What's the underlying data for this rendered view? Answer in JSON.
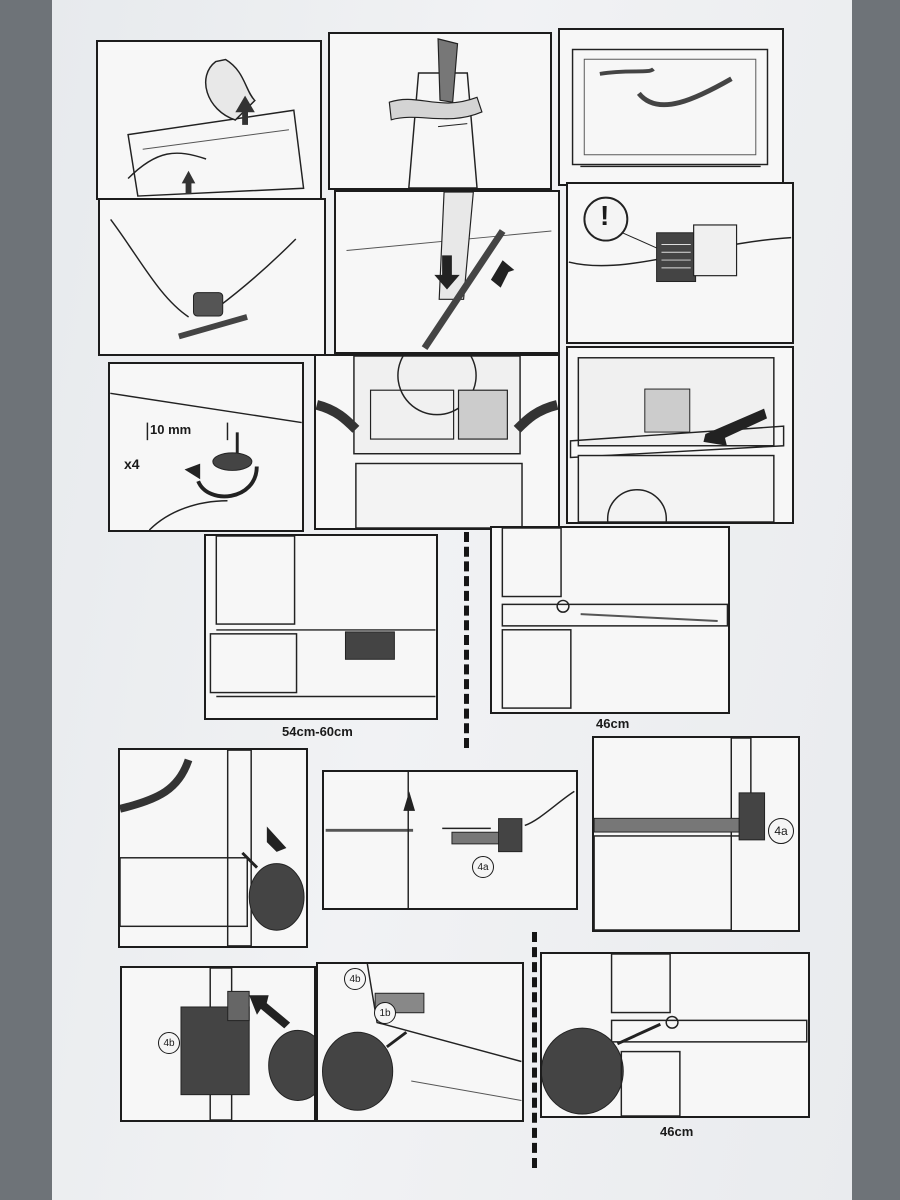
{
  "labels": {
    "distance": "10 mm",
    "quantity": "x4",
    "warning_symbol": "!"
  },
  "captions": {
    "variant_a": "54cm-60cm",
    "variant_b": "46cm",
    "variant_c": "46cm"
  },
  "badges": {
    "part_4a": "4a",
    "part_4b": "4b",
    "part_1b": "1b"
  },
  "colors": {
    "ink": "#1c1c1c",
    "paper": "#f7f7f7",
    "shade": "#3a3a3a"
  },
  "icons": [
    "hand-icon",
    "arrow-icon",
    "screwdriver-icon",
    "warning-icon",
    "rotate-arrow-icon"
  ]
}
